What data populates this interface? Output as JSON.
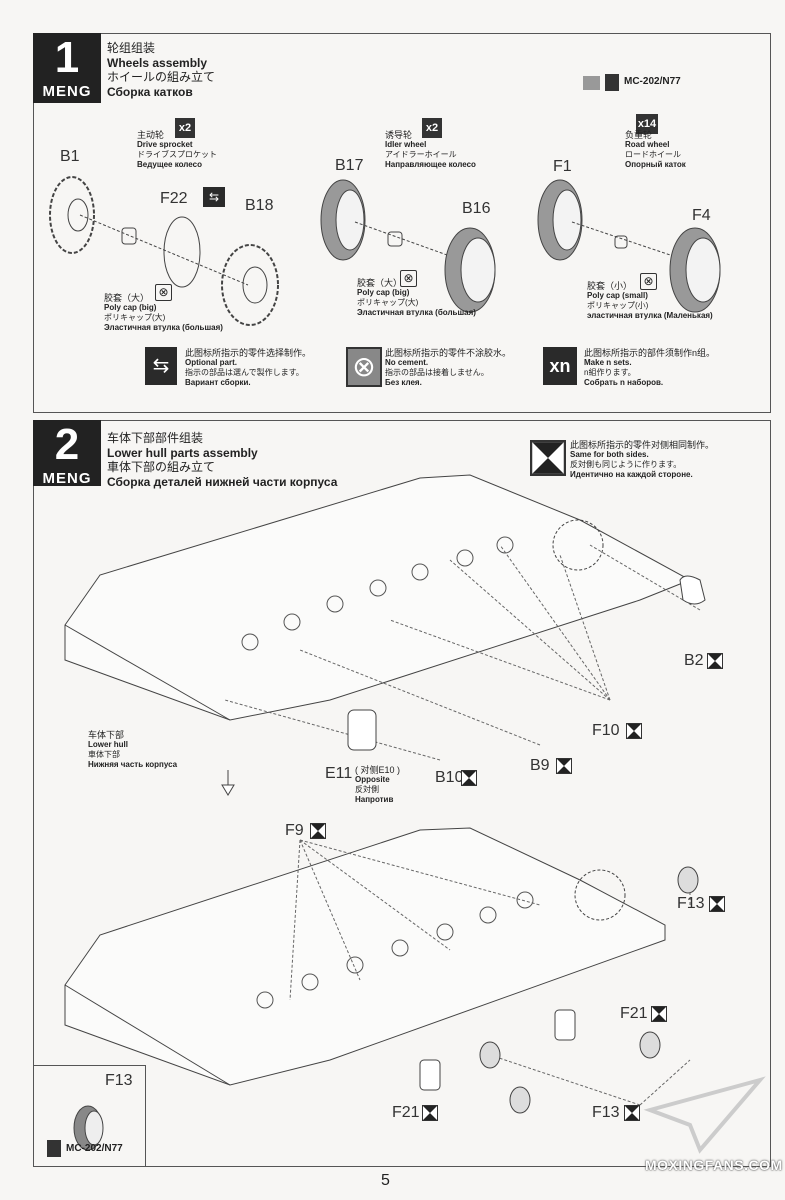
{
  "step1": {
    "number": "1",
    "logo": "MENG",
    "title_cn": "轮组组装",
    "title_en": "Wheels assembly",
    "title_jp": "ホイールの組み立て",
    "title_ru": "Сборка катков",
    "paint_code": "MC-202/N77",
    "drive_sprocket": {
      "cn": "主动轮",
      "en": "Drive sprocket",
      "jp": "ドライブスプロケット",
      "ru": "Ведущее колесо",
      "qty": "x2"
    },
    "idler_wheel": {
      "cn": "诱导轮",
      "en": "Idler wheel",
      "jp": "アイドラーホイール",
      "ru": "Направляющее колесо",
      "qty": "x2"
    },
    "road_wheel": {
      "cn": "负重轮",
      "en": "Road wheel",
      "jp": "ロードホイール",
      "ru": "Опорный каток",
      "qty": "x14"
    },
    "parts": [
      "B1",
      "F22",
      "B18",
      "B17",
      "B16",
      "F1",
      "F4"
    ],
    "poly_cap_big_1": {
      "cn": "胶套（大）",
      "en": "Poly cap (big)",
      "jp": "ポリキャップ(大)",
      "ru": "Эластичная втулка (большая)"
    },
    "poly_cap_big_2": {
      "cn": "胶套（大）",
      "en": "Poly cap (big)",
      "jp": "ポリキャップ(大)",
      "ru": "Эластичная втулка (большая)"
    },
    "poly_cap_small": {
      "cn": "胶套（小）",
      "en": "Poly cap (small)",
      "jp": "ポリキャップ(小)",
      "ru": "эластичная втулка (Маленькая)"
    },
    "legend": [
      {
        "icon": "optional-part-icon",
        "cn": "此图标所指示的零件选择制作。",
        "en": "Optional part.",
        "jp": "指示の部品は選んで製作します。",
        "ru": "Вариант сборки."
      },
      {
        "icon": "no-cement-icon",
        "cn": "此图标所指示的零件不涂胶水。",
        "en": "No cement.",
        "jp": "指示の部品は接着しません。",
        "ru": "Без клея."
      },
      {
        "icon": "make-n-sets-icon",
        "label": "xn",
        "cn": "此图标所指示的部件须制作n组。",
        "en": "Make n sets.",
        "jp": "n組作ります。",
        "ru": "Собрать n наборов."
      }
    ]
  },
  "step2": {
    "number": "2",
    "logo": "MENG",
    "title_cn": "车体下部部件组装",
    "title_en": "Lower hull parts assembly",
    "title_jp": "車体下部の組み立て",
    "title_ru": "Сборка деталей нижней части корпуса",
    "both_sides": {
      "cn": "此图标所指示的零件对侧相同制作。",
      "en": "Same for both sides.",
      "jp": "反対側も同じように作ります。",
      "ru": "Идентично на каждой стороне."
    },
    "lower_hull": {
      "cn": "车体下部",
      "en": "Lower hull",
      "jp": "車体下部",
      "ru": "Нижняя часть корпуса"
    },
    "e11": {
      "part": "E11",
      "note_cn": "( 对侧E10 )",
      "en": "Opposite",
      "jp": "反対側",
      "ru": "Напротив"
    },
    "parts": {
      "b2": "B2",
      "f10": "F10",
      "b9": "B9",
      "b10": "B10",
      "f9": "F9",
      "f13a": "F13",
      "f21a": "F21",
      "f21b": "F21",
      "f13b": "F13"
    },
    "inset": {
      "part": "F13",
      "paint_code": "MC-202/N77"
    }
  },
  "page_number": "5",
  "watermark": "MOXINGFANS.COM"
}
